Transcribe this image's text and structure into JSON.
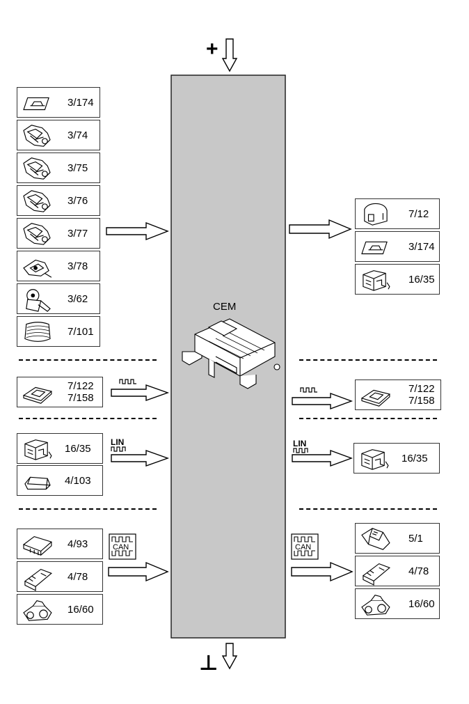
{
  "module": {
    "label": "CEM",
    "body_color": "#c8c8c8"
  },
  "power": {
    "plus_symbol": "+",
    "ground_symbol": "⊥"
  },
  "signal_labels": {
    "lin": "LIN",
    "can": "CAN"
  },
  "inputs": {
    "group1": [
      {
        "code": "3/174",
        "icon": "panel-button-icon"
      },
      {
        "code": "3/74",
        "icon": "lock-motor-icon"
      },
      {
        "code": "3/75",
        "icon": "lock-motor-icon"
      },
      {
        "code": "3/76",
        "icon": "lock-motor-icon"
      },
      {
        "code": "3/77",
        "icon": "lock-motor-icon"
      },
      {
        "code": "3/78",
        "icon": "latch-sensor-icon"
      },
      {
        "code": "3/62",
        "icon": "ignition-switch-icon"
      },
      {
        "code": "7/101",
        "icon": "grille-icon"
      }
    ],
    "group2": [
      {
        "code": "7/122\n7/158",
        "icon": "antenna-module-icon"
      }
    ],
    "group3": [
      {
        "code": "16/35",
        "icon": "climate-unit-icon"
      },
      {
        "code": "4/103",
        "icon": "battery-sensor-icon"
      }
    ],
    "group4": [
      {
        "code": "4/93",
        "icon": "control-module-icon"
      },
      {
        "code": "4/78",
        "icon": "controller-board-icon"
      },
      {
        "code": "16/60",
        "icon": "pump-unit-icon"
      }
    ]
  },
  "outputs": {
    "group1": [
      {
        "code": "7/12",
        "icon": "lamp-housing-icon"
      },
      {
        "code": "3/174",
        "icon": "panel-button-icon"
      },
      {
        "code": "16/35",
        "icon": "climate-unit-icon"
      }
    ],
    "group2": [
      {
        "code": "7/122\n7/158",
        "icon": "antenna-module-icon"
      }
    ],
    "group3": [
      {
        "code": "16/35",
        "icon": "climate-unit-icon"
      }
    ],
    "group4": [
      {
        "code": "5/1",
        "icon": "key-fob-icon"
      },
      {
        "code": "4/78",
        "icon": "controller-board-icon"
      },
      {
        "code": "16/60",
        "icon": "pump-unit-icon"
      }
    ]
  }
}
